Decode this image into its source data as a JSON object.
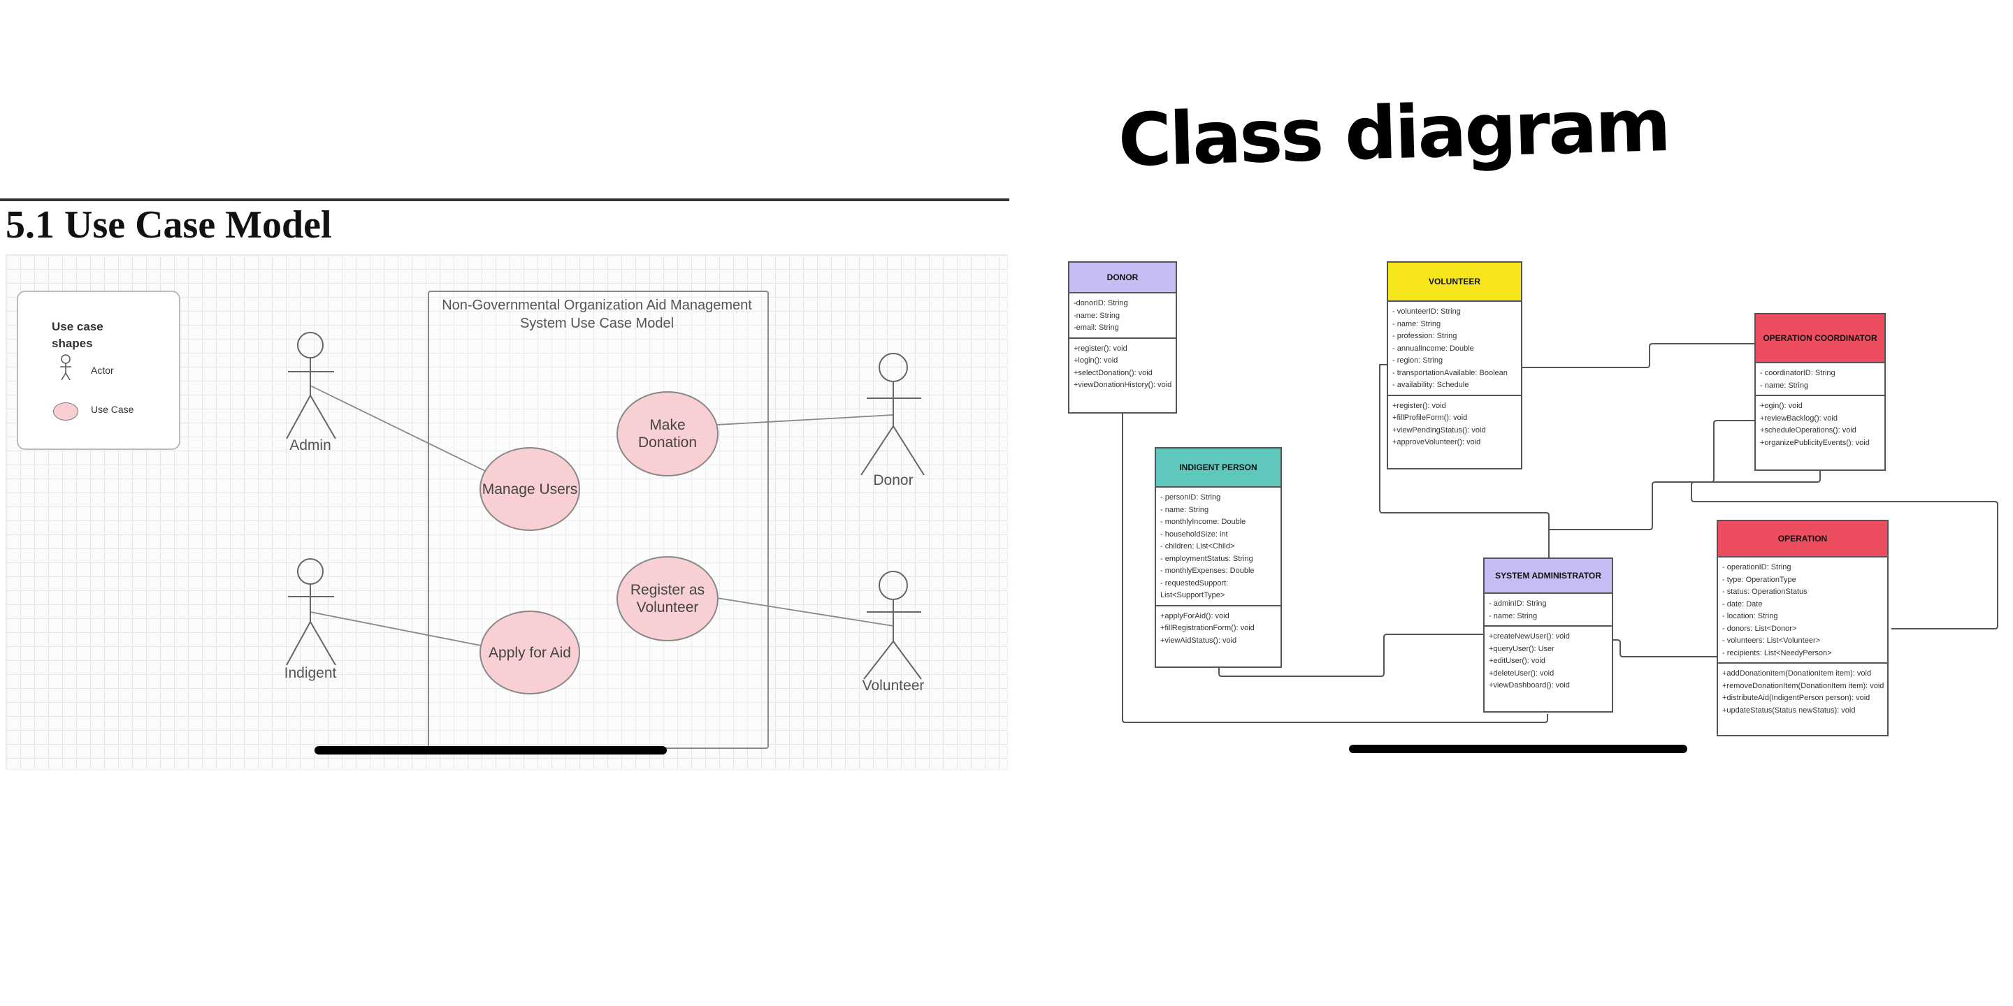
{
  "left": {
    "heading": "5.1 Use Case Model",
    "legend": {
      "title": "Use case shapes",
      "actor_label": "Actor",
      "usecase_label": "Use Case"
    },
    "system_title": "Non-Governmental Organization Aid Management System Use Case Model",
    "actors": [
      "Admin",
      "Indigent",
      "Donor",
      "Volunteer"
    ],
    "use_cases": [
      "Manage Users",
      "Apply for Aid",
      "Make Donation",
      "Register as Volunteer"
    ]
  },
  "right": {
    "heading": "Class diagram",
    "classes": [
      {
        "name": "DONOR",
        "color": "#c6bdf5",
        "attributes": [
          "-donorID: String",
          "-name: String",
          "-email: String"
        ],
        "operations": [
          "+register(): void",
          "+login(): void",
          "+selectDonation(): void",
          "+viewDonationHistory(): void"
        ]
      },
      {
        "name": "VOLUNTEER",
        "color": "#f6e61b",
        "attributes": [
          "- volunteerID: String",
          "- name: String",
          "- profession: String",
          "- annualIncome: Double",
          "- region: String",
          "- transportationAvailable: Boolean",
          "- availability: Schedule"
        ],
        "operations": [
          "+register(): void",
          "+fillProfileForm(): void",
          "+viewPendingStatus(): void",
          "+approveVolunteer(): void"
        ]
      },
      {
        "name": "OPERATION COORDINATOR",
        "color": "#ec4d5f",
        "attributes": [
          "- coordinatorID: String",
          "- name: String"
        ],
        "operations": [
          "+ogin(): void",
          "+reviewBacklog(): void",
          "+scheduleOperations(): void",
          "+organizePublicityEvents(): void"
        ]
      },
      {
        "name": "INDIGENT PERSON",
        "color": "#5ec8bd",
        "attributes": [
          "- personID: String",
          "- name: String",
          "- monthlyIncome: Double",
          "- householdSize: int",
          "- children: List<Child>",
          "- employmentStatus: String",
          "- monthlyExpenses: Double",
          "- requestedSupport:",
          "List<SupportType>"
        ],
        "operations": [
          "+applyForAid(): void",
          "+fillRegistrationForm(): void",
          "+viewAidStatus(): void"
        ]
      },
      {
        "name": "SYSTEM ADMINISTRATOR",
        "color": "#c6bdf5",
        "attributes": [
          "- adminID: String",
          "- name: String"
        ],
        "operations": [
          "+createNewUser(): void",
          "+queryUser(): User",
          "+editUser(): void",
          "+deleteUser(): void",
          "+viewDashboard(): void"
        ]
      },
      {
        "name": "OPERATION",
        "color": "#ec4d5f",
        "attributes": [
          "- operationID: String",
          "- type: OperationType",
          "- status: OperationStatus",
          "- date: Date",
          "- location: String",
          "- donors: List<Donor>",
          "- volunteers: List<Volunteer>",
          "- recipients: List<NeedyPerson>"
        ],
        "operations": [
          "+addDonationItem(DonationItem item): void",
          "+removeDonationItem(DonationItem item): void",
          "+distributeAid(IndigentPerson person): void",
          "+updateStatus(Status newStatus): void"
        ]
      }
    ]
  }
}
